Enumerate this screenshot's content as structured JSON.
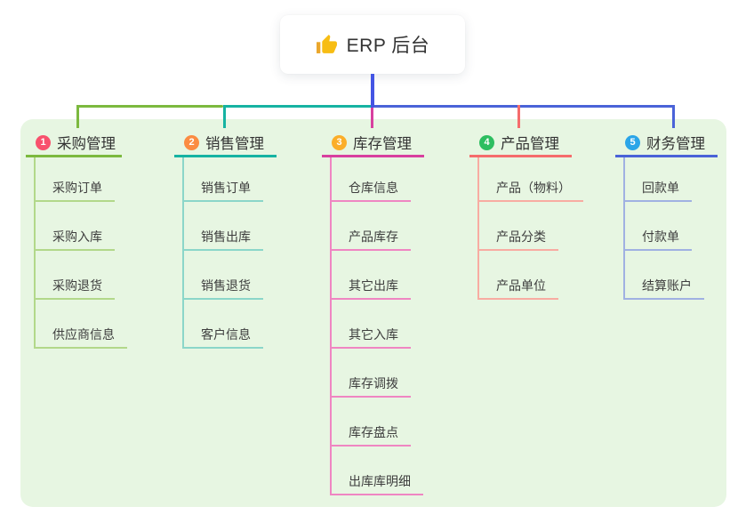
{
  "root": {
    "icon": "thumbs-up-icon",
    "label": "ERP 后台"
  },
  "branches": [
    {
      "number": "1",
      "title": "采购管理",
      "colors": {
        "badge": "#f8516d",
        "line": "#7cb93f",
        "child_line": "#b2d88a"
      },
      "children": [
        "采购订单",
        "采购入库",
        "采购退货",
        "供应商信息"
      ]
    },
    {
      "number": "2",
      "title": "销售管理",
      "colors": {
        "badge": "#fb8c42",
        "line": "#16b3a2",
        "child_line": "#8bd6c9"
      },
      "children": [
        "销售订单",
        "销售出库",
        "销售退货",
        "客户信息"
      ]
    },
    {
      "number": "3",
      "title": "库存管理",
      "colors": {
        "badge": "#fbae29",
        "line": "#d8409f",
        "child_line": "#ef86c2"
      },
      "children": [
        "仓库信息",
        "产品库存",
        "其它出库",
        "其它入库",
        "库存调拨",
        "库存盘点",
        "出库库明细"
      ]
    },
    {
      "number": "4",
      "title": "产品管理",
      "colors": {
        "badge": "#2dbe60",
        "line": "#f56c6c",
        "child_line": "#f8aca2"
      },
      "children": [
        "产品（物料）",
        "产品分类",
        "产品单位"
      ]
    },
    {
      "number": "5",
      "title": "财务管理",
      "colors": {
        "badge": "#2ba5e8",
        "line": "#4a63d8",
        "child_line": "#a0b1e2"
      },
      "children": [
        "回款单",
        "付款单",
        "结算账户"
      ]
    }
  ],
  "colors": {
    "canvas_bg": "#ffffff",
    "panel_bg": "#e7f6e2",
    "root_line": "#4455e4",
    "root_text": "#333333",
    "thumb_yellow": "#f7bd13",
    "thumb_sleeve": "#eaa62c"
  }
}
